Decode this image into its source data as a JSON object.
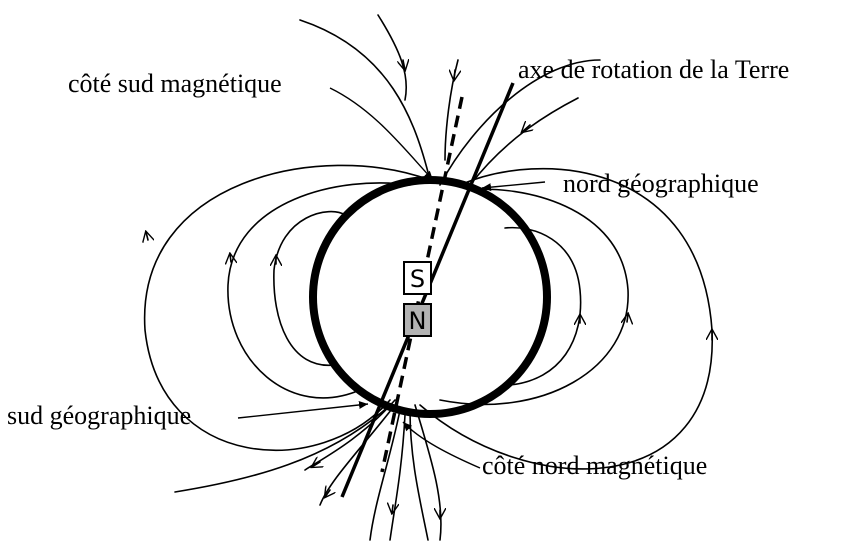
{
  "labels": {
    "cote_sud": "côté sud magnétique",
    "axe": "axe de rotation de la Terre",
    "nord_geo": "nord géographique",
    "sud_geo": "sud géographique",
    "cote_nord": "côté nord magnétique"
  },
  "magnet": {
    "top_pole": "S",
    "bottom_pole": "N",
    "top_color": "#ffffff",
    "bottom_color": "#b3b3b3"
  }
}
